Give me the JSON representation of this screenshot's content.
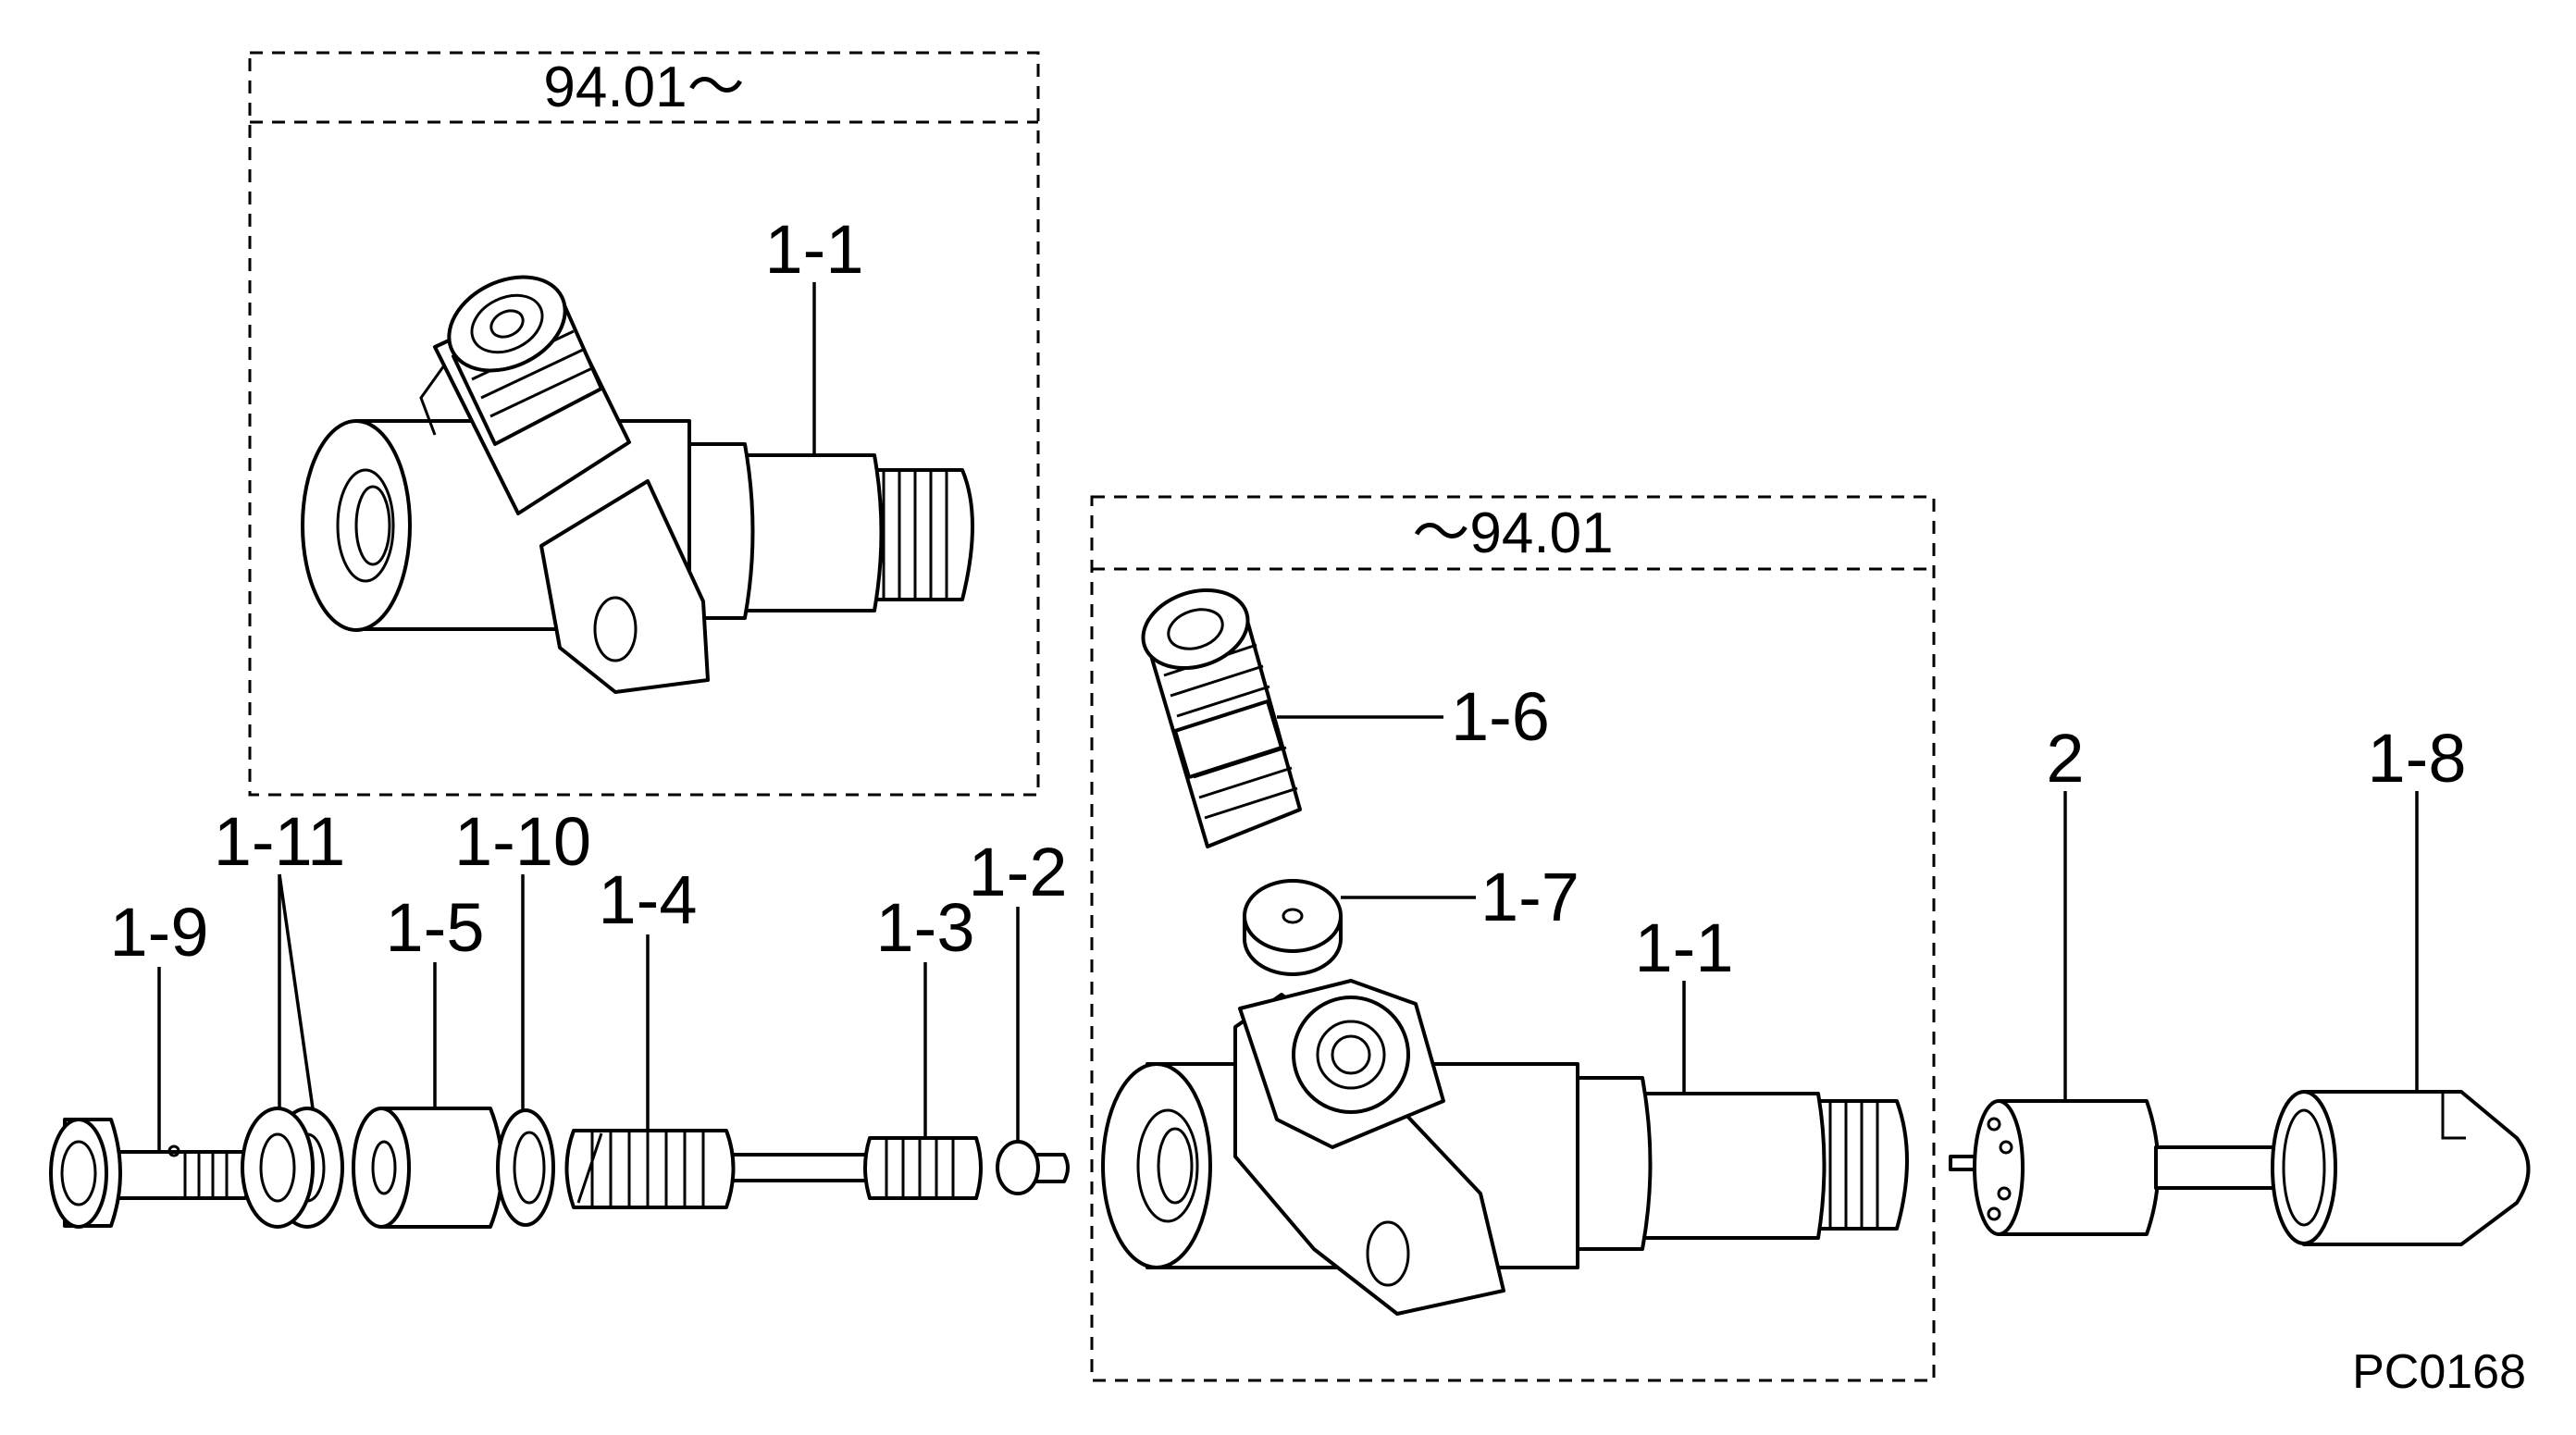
{
  "diagram": {
    "type": "exploded parts diagram",
    "drawing_code": "PC0168",
    "variant_boxes": [
      {
        "id": "new",
        "title": "94.01～",
        "parts": [
          "1-1"
        ]
      },
      {
        "id": "old",
        "title": "～94.01",
        "parts": [
          "1-6",
          "1-7",
          "1-1"
        ]
      }
    ],
    "labels": {
      "new_body": "1-1",
      "old_fitting": "1-6",
      "old_washer": "1-7",
      "old_body": "1-1",
      "nozzle": "2",
      "nut": "1-8",
      "p1_9": "1-9",
      "p1_11": "1-11",
      "p1_5": "1-5",
      "p1_10": "1-10",
      "p1_4": "1-4",
      "p1_3": "1-3",
      "p1_2": "1-2"
    }
  }
}
